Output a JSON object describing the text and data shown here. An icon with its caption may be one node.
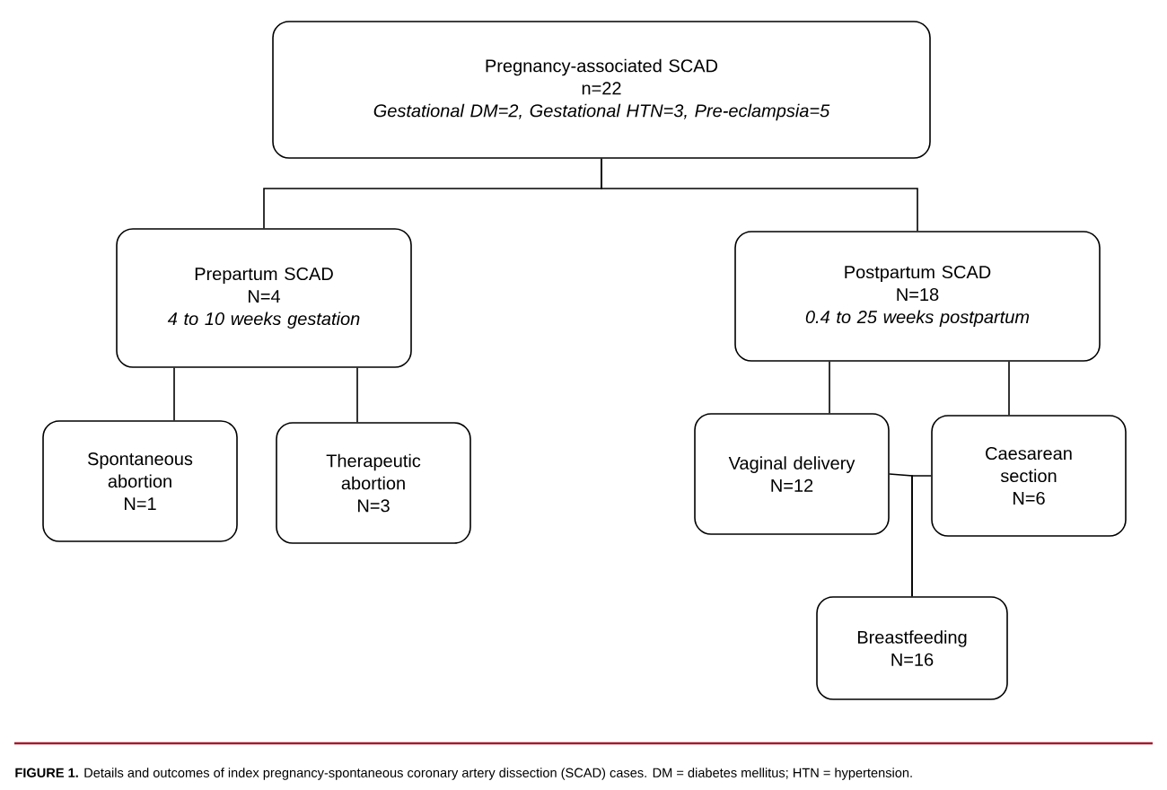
{
  "diagram": {
    "caption": "**FIGURE 1.** Details and outcomes of index pregnancy-spontaneous coronary artery dissection (SCAD) cases. DM = diabetes mellitus; HTN = hypertension.",
    "nodes": [
      {
        "text": [
          "Pregnancy-associated SCAD",
          "n=22",
          "Gestational DM=2, Gestational HTN=3, Pre-eclampsia=5"
        ]
      },
      {
        "text": [
          "Prepartum SCAD",
          "N=4",
          "4 to 10 weeks gestation"
        ]
      },
      {
        "text": [
          "Postpartum SCAD",
          "N=18",
          "0.4 to 25 weeks postpartum"
        ]
      },
      {
        "text": [
          "Spontaneous abortion",
          "N=1"
        ]
      },
      {
        "text": [
          "Therapeutic abortion",
          "N=3"
        ]
      },
      {
        "text": [
          "Vaginal delivery",
          "N=12"
        ]
      },
      {
        "text": [
          "Caesarean section",
          "N=6"
        ]
      },
      {
        "text": [
          "Breastfeeding",
          "N=16"
        ]
      }
    ],
    "edges": [
      {
        "from": 0,
        "to": 1,
        "arrow": "none"
      },
      {
        "from": 0,
        "to": 2,
        "arrow": "none"
      },
      {
        "from": 1,
        "to": 3,
        "arrow": "none"
      },
      {
        "from": 1,
        "to": 4,
        "arrow": "none"
      },
      {
        "from": 2,
        "to": 5,
        "arrow": "none"
      },
      {
        "from": 2,
        "to": 6,
        "arrow": "none"
      },
      {
        "from": 5,
        "to": 7,
        "arrow": "none"
      },
      {
        "from": 6,
        "to": 7,
        "arrow": "none"
      }
    ]
  }
}
